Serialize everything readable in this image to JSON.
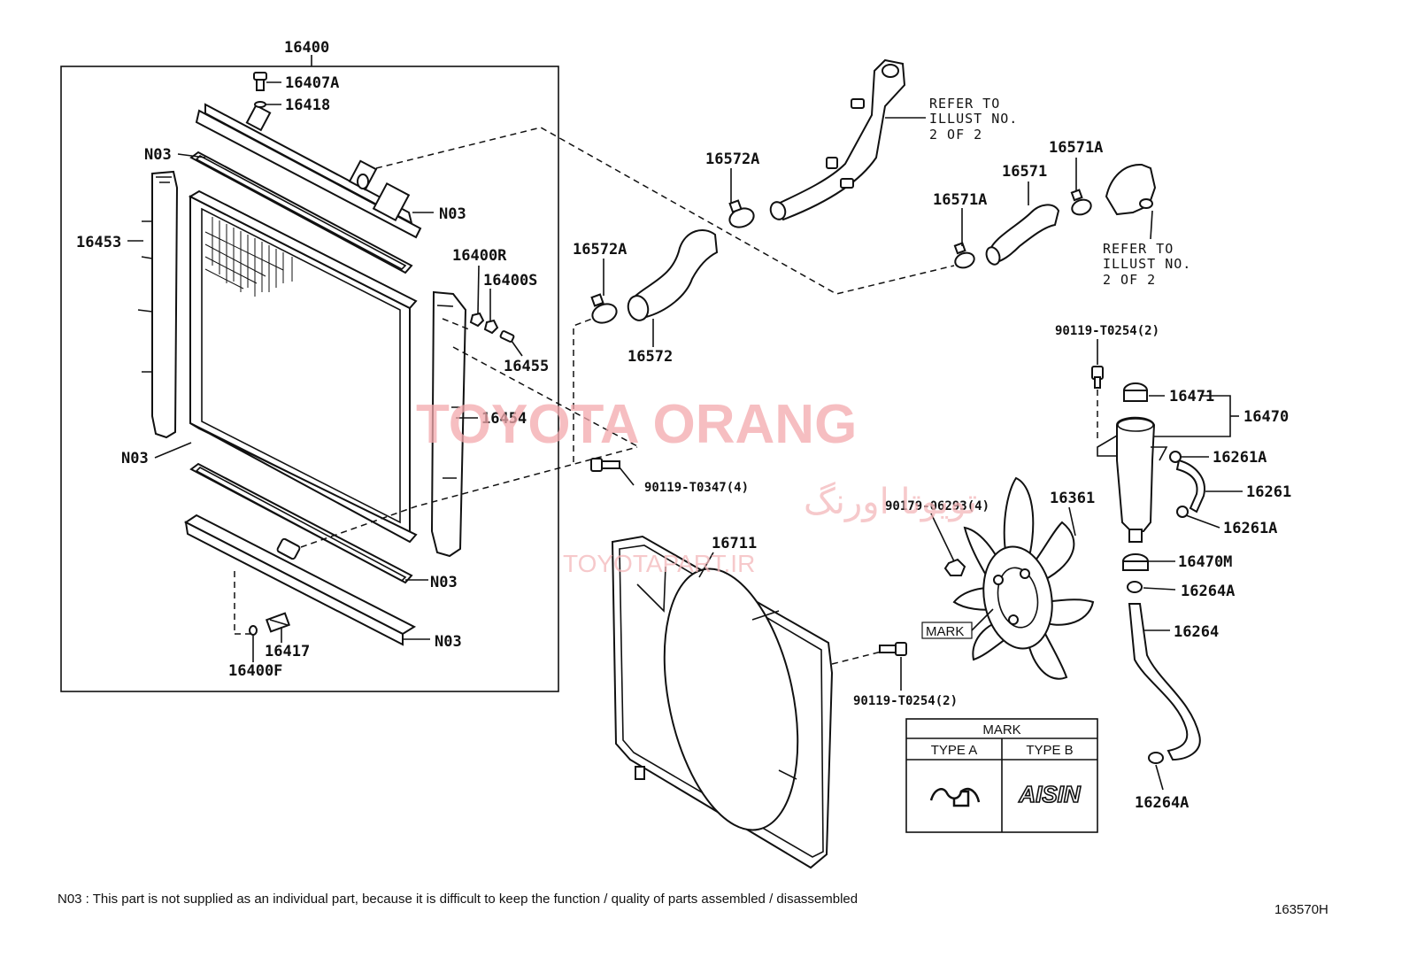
{
  "labels": {
    "l16400": "16400",
    "l16407A": "16407A",
    "l16418": "16418",
    "n03_top": "N03",
    "n03_gasket_top": "N03",
    "n03_side": "N03",
    "n03_gasket_bottom": "N03",
    "n03_bottom": "N03",
    "l16453": "16453",
    "l16400R": "16400R",
    "l16400S": "16400S",
    "l16455": "16455",
    "l16454": "16454",
    "l16417": "16417",
    "l16400F": "16400F",
    "l16572A_top": "16572A",
    "l16572A_left": "16572A",
    "l16572": "16572",
    "l16571A_left": "16571A",
    "l16571": "16571",
    "l16571A_right": "16571A",
    "ref1_line1": "REFER TO",
    "ref1_line2": "ILLUST NO.",
    "ref1_line3": "2 OF 2",
    "ref2_line1": "REFER TO",
    "ref2_line2": "ILLUST NO.",
    "ref2_line3": "2 OF 2",
    "bolt_T0347": "90119-T0347(4)",
    "bolt_T0254_top": "90119-T0254(2)",
    "bolt_T0254_bottom": "90119-T0254(2)",
    "nut_06293": "90179-06293(4)",
    "l16711": "16711",
    "l16361": "16361",
    "l16471": "16471",
    "l16470": "16470",
    "l16261A_top": "16261A",
    "l16261": "16261",
    "l16261A_bottom": "16261A",
    "l16470M": "16470M",
    "l16264A_top": "16264A",
    "l16264": "16264",
    "l16264A_bottom": "16264A",
    "mark_callout": "MARK"
  },
  "mark_table": {
    "header": "MARK",
    "type_a": "TYPE A",
    "type_b": "TYPE B",
    "logo_b": "AISIN"
  },
  "watermark": {
    "line1": "TOYOTA ORANG",
    "line2": "تویوتا اورنگ",
    "line3": "TOYOTAPART.IR"
  },
  "footnote": "N03 : This part is not supplied as an individual part, because it is difficult to keep the function / quality of parts assembled / disassembled",
  "diagram_id": "163570H"
}
